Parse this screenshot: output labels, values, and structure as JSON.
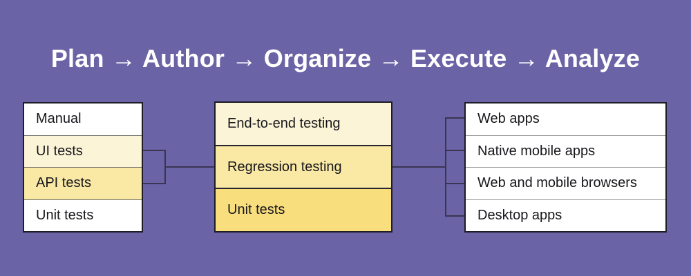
{
  "title": {
    "text": "Plan → Author → Organize → Execute → Analyze",
    "steps": [
      "Plan",
      "Author",
      "Organize",
      "Execute",
      "Analyze"
    ],
    "separator": "→"
  },
  "diagram": {
    "test_types_box": {
      "rows": [
        {
          "label": "Manual",
          "highlight": "none"
        },
        {
          "label": "UI tests",
          "highlight": "light"
        },
        {
          "label": "API tests",
          "highlight": "medium"
        },
        {
          "label": "Unit tests",
          "highlight": "none"
        }
      ]
    },
    "testing_activities_box": {
      "rows": [
        {
          "label": "End-to-end testing",
          "highlight": "light"
        },
        {
          "label": "Regression testing",
          "highlight": "medium"
        },
        {
          "label": "Unit tests",
          "highlight": "dark"
        }
      ]
    },
    "platforms_box": {
      "rows": [
        {
          "label": "Web apps",
          "highlight": "none"
        },
        {
          "label": "Native mobile apps",
          "highlight": "none"
        },
        {
          "label": "Web and mobile browsers",
          "highlight": "none"
        },
        {
          "label": "Desktop apps",
          "highlight": "none"
        }
      ]
    }
  },
  "colors": {
    "background": "#6A63A6",
    "connector_line": "#3A3550",
    "box_border": "#1E1C26",
    "row_white": "#FFFFFF",
    "highlight_light": "#FCF4D6",
    "highlight_medium": "#FAE8A5",
    "highlight_dark": "#F9DE7D",
    "title_text": "#FFFFFF",
    "row_text": "#17171C"
  }
}
